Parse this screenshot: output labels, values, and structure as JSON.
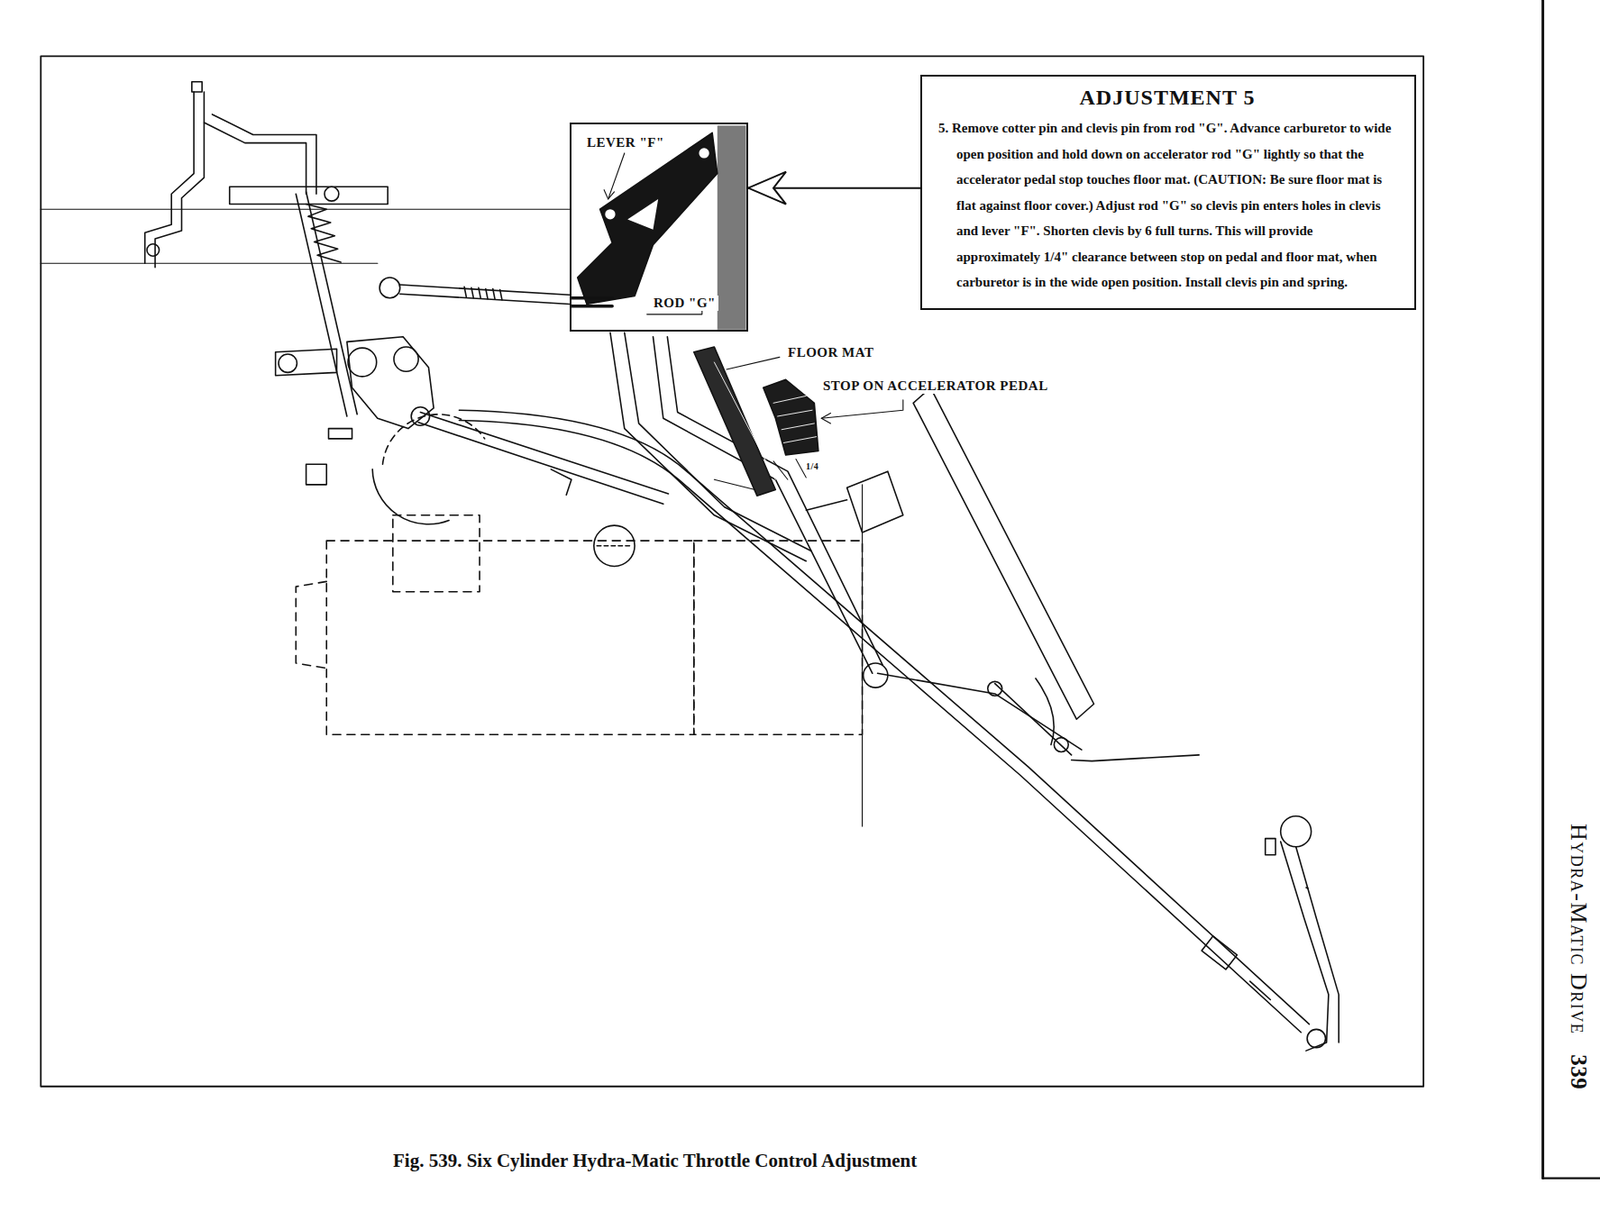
{
  "diagram": {
    "caption": "Fig. 539. Six Cylinder Hydra-Matic Throttle Control Adjustment",
    "nodes": [
      {
        "text": [
          "ADJUSTMENT 5",
          "5. Remove cotter pin and clevis pin from rod \"G\". Advance carburetor to wide open position and hold down on accelerator rod \"G\" lightly so that the accelerator pedal stop touches floor mat. (CAUTION: Be sure floor mat is flat against floor cover.) Adjust rod \"G\" so clevis pin enters holes in clevis and lever \"F\". Shorten clevis by 6 full turns. This will provide approximately 1/4\" clearance between stop on pedal and floor mat, when carburetor is in the wide open position. Install clevis pin and spring."
        ]
      },
      {
        "text": [
          "LEVER \"F\"",
          "ROD \"G\""
        ]
      }
    ],
    "edges": [
      {
        "from": 0,
        "to": 1,
        "arrow": "to"
      }
    ],
    "labels": [
      "FLOOR MAT",
      "STOP ON ACCELERATOR PEDAL",
      "1/4",
      "Hydra-Matic Drive",
      "339"
    ]
  }
}
